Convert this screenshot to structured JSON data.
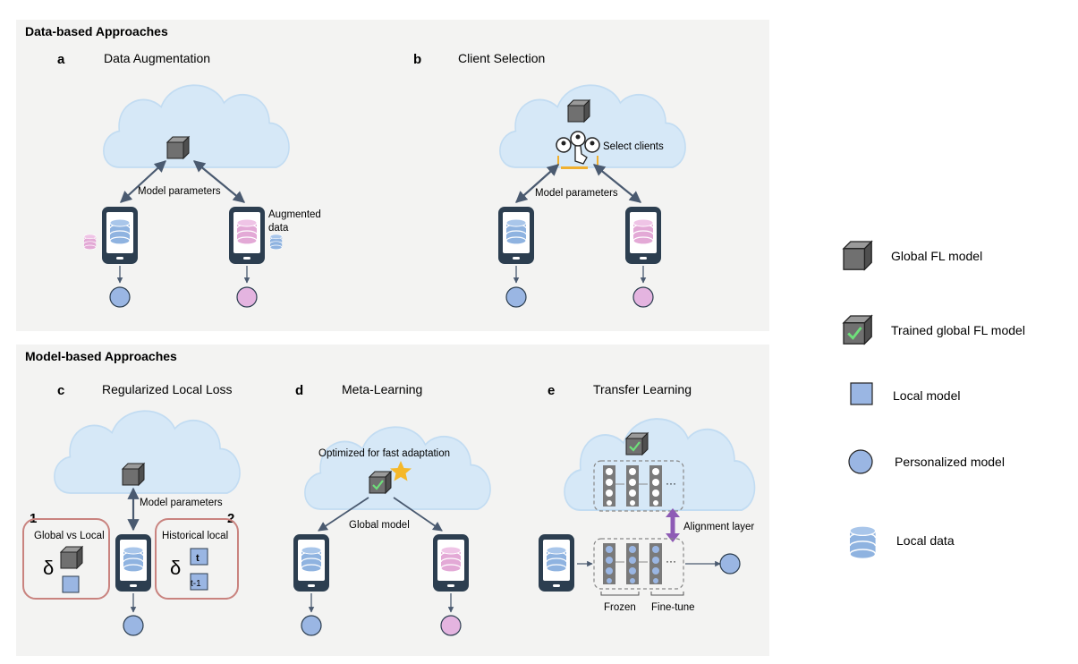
{
  "sections": {
    "data_based": "Data-based Approaches",
    "model_based": "Model-based Approaches"
  },
  "panels": {
    "a": {
      "letter": "a",
      "title": "Data Augmentation",
      "arrow_label": "Model parameters",
      "augmented_label_1": "Augmented",
      "augmented_label_2": "data"
    },
    "b": {
      "letter": "b",
      "title": "Client Selection",
      "select_label": "Select clients",
      "arrow_label": "Model parameters"
    },
    "c": {
      "letter": "c",
      "title": "Regularized Local Loss",
      "arrow_label": "Model parameters",
      "box1_number": "1",
      "box1_title": "Global vs Local",
      "box1_delta": "δ",
      "box2_number": "2",
      "box2_title": "Historical local",
      "box2_delta": "δ",
      "box2_t": "t",
      "box2_t1": "t-1"
    },
    "d": {
      "letter": "d",
      "title": "Meta-Learning",
      "adapt_label": "Optimized for fast adaptation",
      "arrow_label": "Global model"
    },
    "e": {
      "letter": "e",
      "title": "Transfer Learning",
      "alignment_label": "Alignment layer",
      "frozen_label": "Frozen",
      "finetune_label": "Fine-tune",
      "ellipsis": "···"
    }
  },
  "legend": [
    {
      "icon": "cube-icon",
      "label": "Global FL model"
    },
    {
      "icon": "checked-cube-icon",
      "label": "Trained global FL model"
    },
    {
      "icon": "square-icon",
      "label": "Local model"
    },
    {
      "icon": "circle-icon",
      "label": "Personalized model"
    },
    {
      "icon": "database-icon",
      "label": "Local data"
    }
  ],
  "colors": {
    "panel_bg": "#f3f3f2",
    "cloud": "#d6e8f7",
    "cloud_edge": "#c2dcf2",
    "phone": "#2c3e50",
    "blue_db": "#8fb3e0",
    "pink_db": "#e3a9d6",
    "cube": "#6f6f6f",
    "local_model": "#9ab6e3",
    "personalized_blue": "#9ab6e3",
    "personalized_pink": "#e4b4e0",
    "arrow": "#4a5a70",
    "box_border": "#c9837f",
    "check": "#6ee07a",
    "star": "#f5b82a",
    "alignment": "#8e5bb5",
    "hand_orange": "#f0b030"
  }
}
